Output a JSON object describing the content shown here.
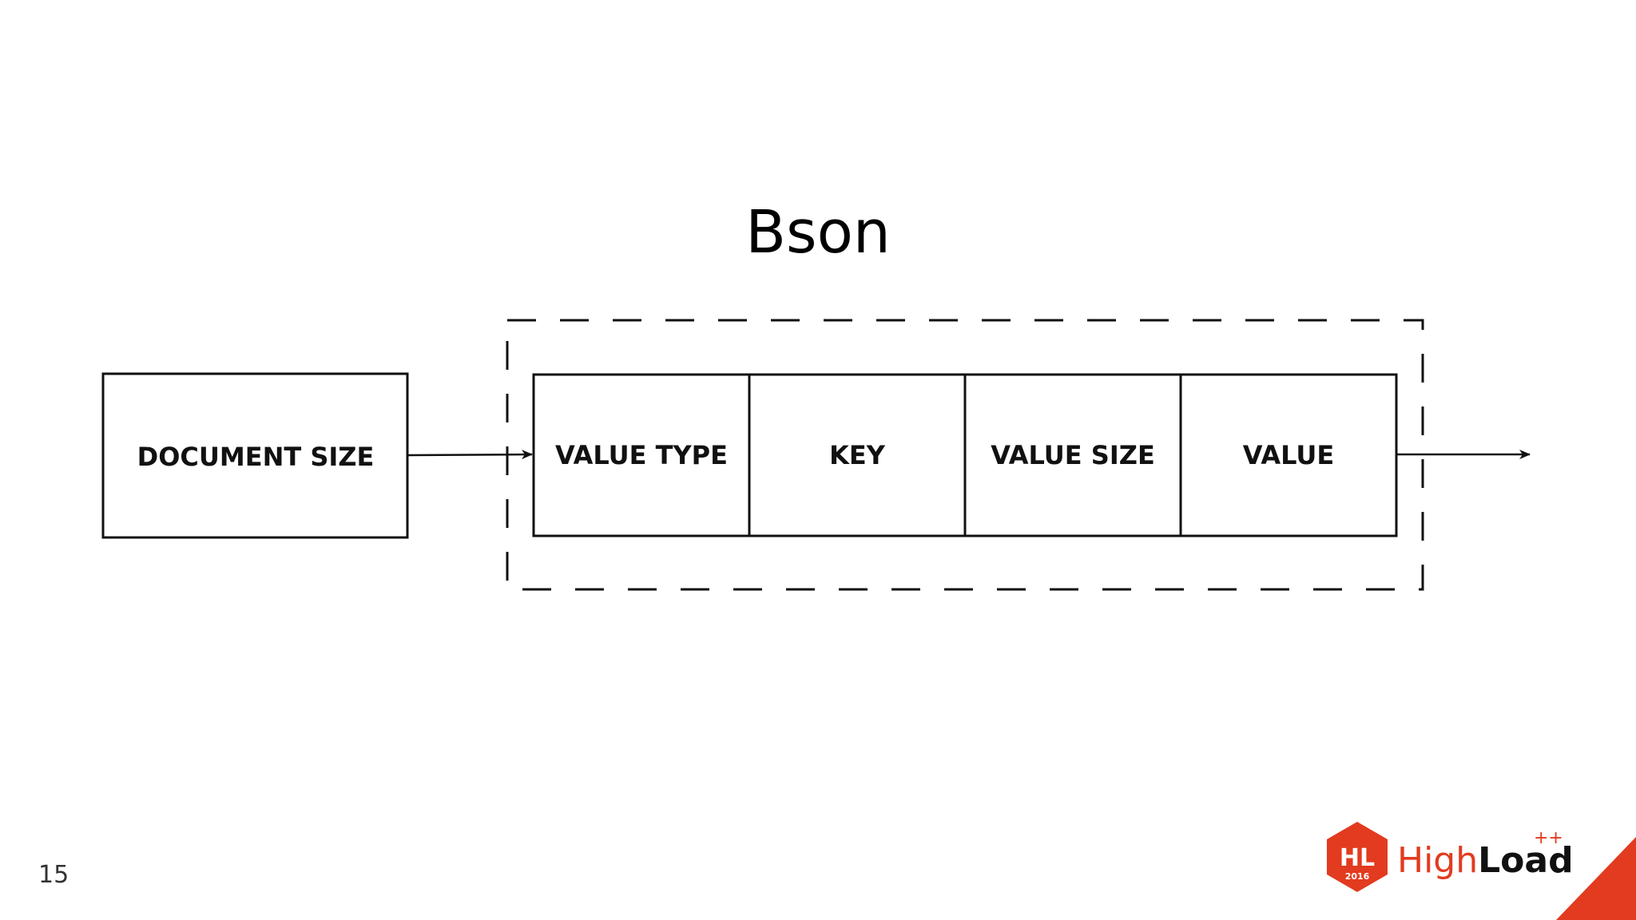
{
  "slide": {
    "title": "Bson",
    "page_number": "15"
  },
  "diagram": {
    "document_size_label": "DOCUMENT SIZE",
    "fields": [
      "VALUE TYPE",
      "KEY",
      "VALUE SIZE",
      "VALUE"
    ]
  },
  "logo": {
    "badge_text": "HL",
    "badge_year": "2016",
    "word_high": "High",
    "word_load": "Load",
    "superscript": "++",
    "accent_color": "#e23b1f"
  }
}
